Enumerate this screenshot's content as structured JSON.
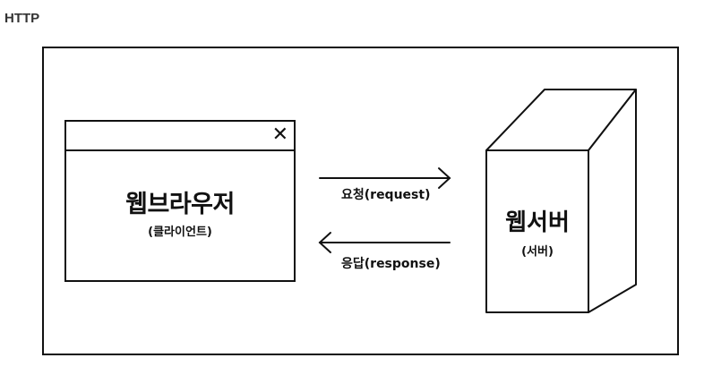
{
  "title": "HTTP",
  "browser": {
    "close_glyph": "✕",
    "title": "웹브라우저",
    "subtitle": "(클라이언트)"
  },
  "server": {
    "title": "웹서버",
    "subtitle": "(서버)"
  },
  "arrows": {
    "request": "요청(request)",
    "response": "응답(response)"
  },
  "colors": {
    "stroke": "#111111",
    "background": "#ffffff"
  }
}
